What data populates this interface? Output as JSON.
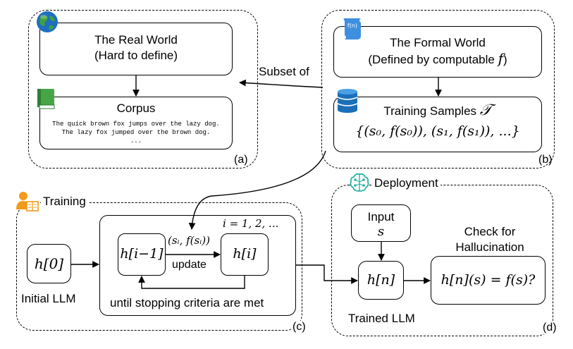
{
  "panel_a": {
    "label": "(a)",
    "real_world_title": "The Real World",
    "real_world_sub": "(Hard to define)",
    "corpus_title": "Corpus",
    "corpus_line1": "The quick brown fox jumps over the lazy dog.",
    "corpus_line2": "The lazy fox jumped over the brown dog.",
    "corpus_line3": "..."
  },
  "panel_b": {
    "label": "(b)",
    "formal_title": "The Formal World",
    "formal_sub_prefix": "(Defined by computable ",
    "formal_sub_var": "f",
    "formal_sub_suffix": ")",
    "samples_title": "Training Samples",
    "samples_symbol": "𝒯",
    "samples_set": "{(s₀, f(s₀)), (s₁, f(s₁)), ...}",
    "icon_label": "f(n)"
  },
  "subset_label": "Subset of",
  "panel_c": {
    "label": "(c)",
    "section_title": "Training",
    "h0": "h[0]",
    "initial_llm": "Initial LLM",
    "loop_index": "i = 1, 2, ...",
    "h_prev": "h[i−1]",
    "h_next": "h[i]",
    "pair": "(sᵢ, f(sᵢ))",
    "update": "update",
    "until": "until stopping criteria are met"
  },
  "panel_d": {
    "label": "(d)",
    "section_title": "Deployment",
    "input_label": "Input",
    "input_var": "s",
    "hn": "h[n]",
    "trained_llm": "Trained LLM",
    "check_line1": "Check for",
    "check_line2": "Hallucination",
    "check_expr": "h[n](s) = f(s)?"
  },
  "colors": {
    "globe_blue": "#1f6fc1",
    "globe_green": "#3fa33a",
    "book_green": "#46a546",
    "scroll_blue": "#3d8fe0",
    "db_blue": "#1b6fb8",
    "user_orange": "#f29a1b",
    "brain_teal": "#2bb3a3"
  }
}
